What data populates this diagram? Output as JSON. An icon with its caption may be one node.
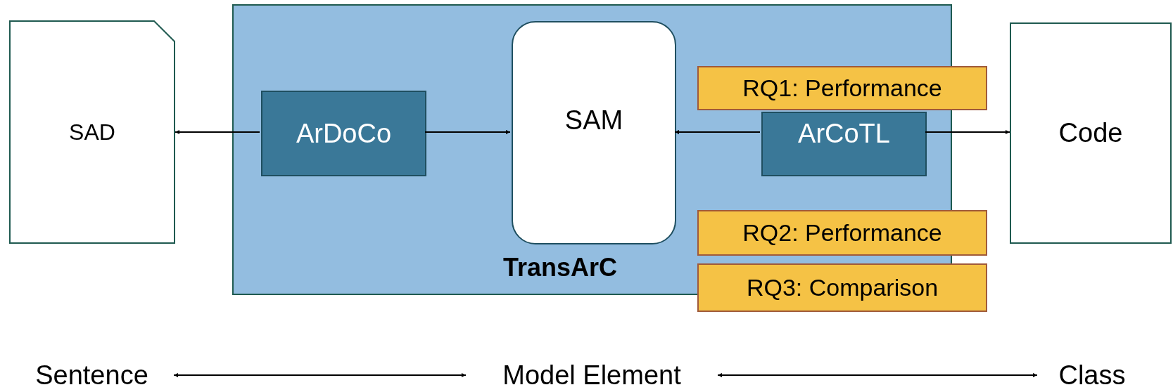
{
  "diagram": {
    "nodes": [
      {
        "text": [
          "SAD"
        ]
      },
      {
        "text": [
          "TransArC"
        ]
      },
      {
        "text": [
          "ArDoCo"
        ],
        "in": 1
      },
      {
        "text": [
          "SAM"
        ],
        "in": 1
      },
      {
        "text": [
          "RQ1: Performance"
        ]
      },
      {
        "text": [
          "ArCoTL"
        ],
        "in": 1
      },
      {
        "text": [
          "Code"
        ]
      },
      {
        "text": [
          "RQ2: Performance"
        ]
      },
      {
        "text": [
          "RQ3: Comparison"
        ]
      },
      {
        "text": [
          "Sentence"
        ]
      },
      {
        "text": [
          "Model Element"
        ]
      },
      {
        "text": [
          "Class"
        ]
      }
    ],
    "edges": [
      {
        "from": 2,
        "to": 0,
        "arrow": "to"
      },
      {
        "from": 2,
        "to": 3,
        "arrow": "to"
      },
      {
        "from": 5,
        "to": 3,
        "arrow": "to"
      },
      {
        "from": 5,
        "to": 6,
        "arrow": "to"
      },
      {
        "from": 9,
        "to": 10,
        "arrow": "both"
      },
      {
        "from": 10,
        "to": 11,
        "arrow": "both"
      }
    ]
  }
}
